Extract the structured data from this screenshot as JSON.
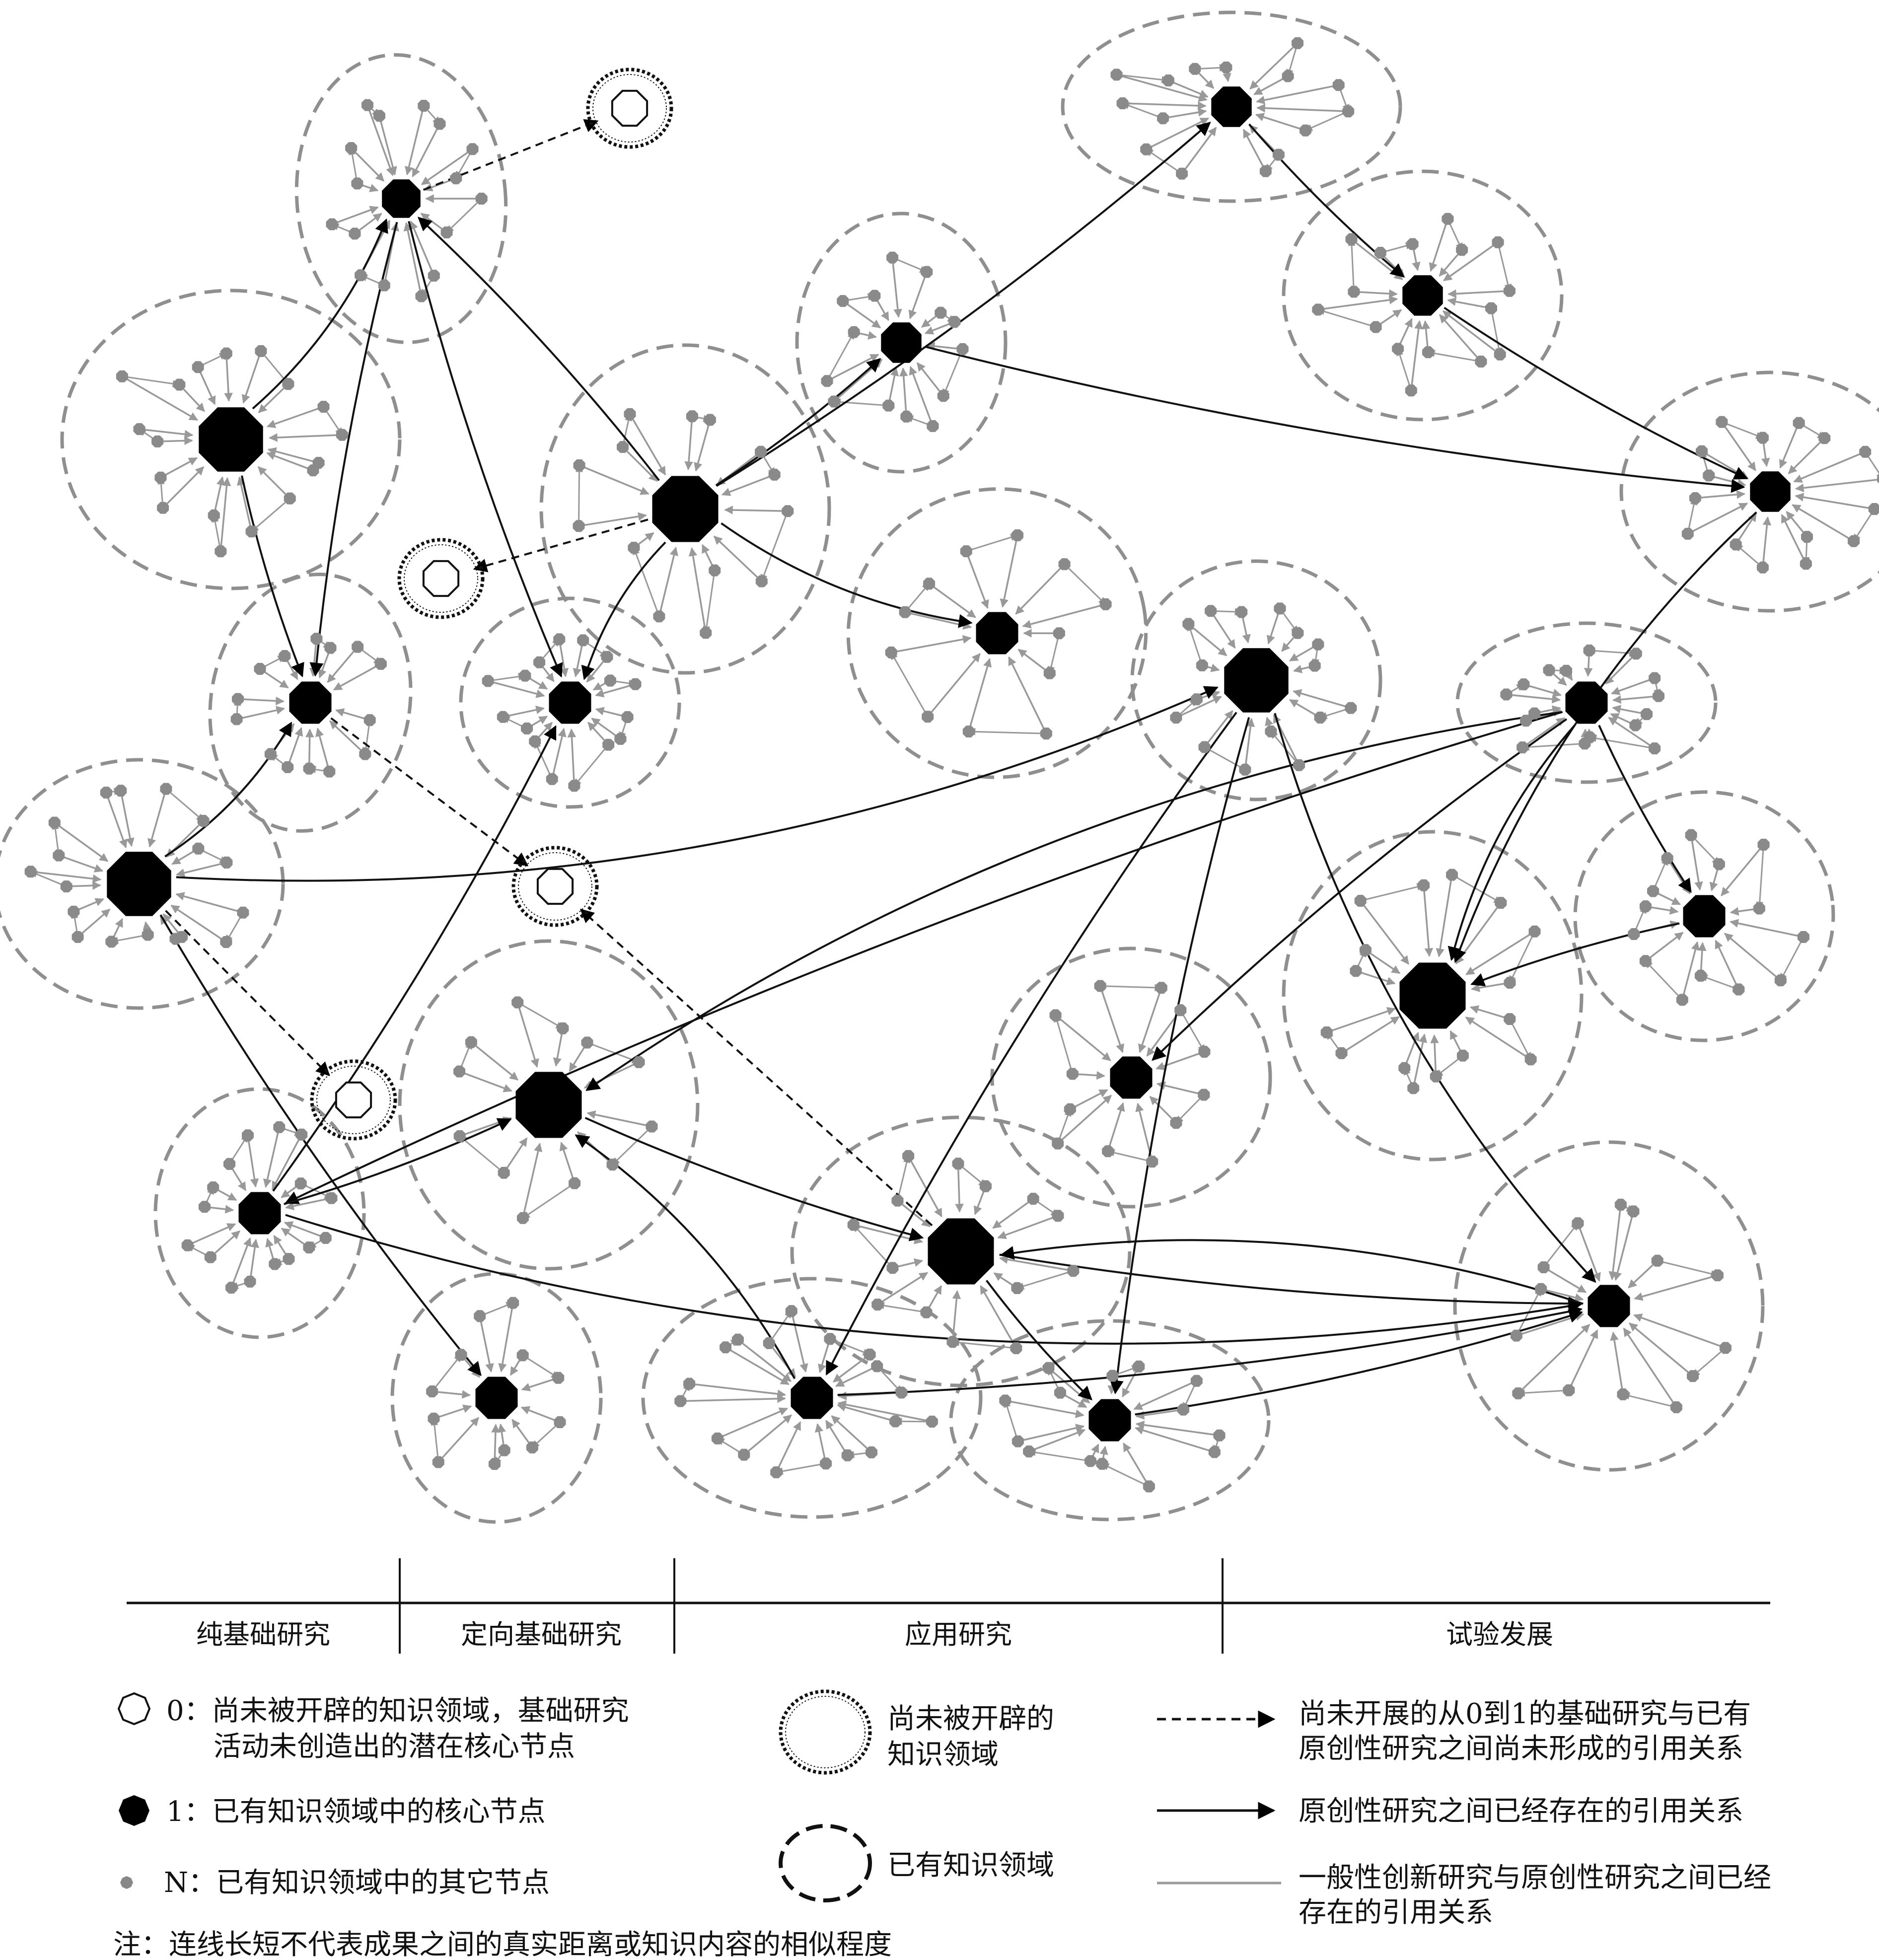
{
  "stages": [
    "纯基础研究",
    "定向基础研究",
    "应用研究",
    "试验发展"
  ],
  "legend": {
    "node_zero": [
      "0：尚未被开辟的知识领域，基础研究",
      "活动未创造出的潜在核心节点"
    ],
    "node_one": "1：已有知识领域中的核心节点",
    "node_n": "N：已有知识领域中的其它节点",
    "area_unopened": [
      "尚未被开辟的",
      "知识领域"
    ],
    "area_existing": "已有知识领域",
    "edge_dashed": [
      "尚未开展的从0到1的基础研究与已有",
      "原创性研究之间尚未形成的引用关系"
    ],
    "edge_solid": "原创性研究之间已经存在的引用关系",
    "edge_gray": [
      "一般性创新研究与原创性研究之间已经",
      "存在的引用关系"
    ]
  },
  "note": "注：连线长短不代表成果之间的真实距离或知识内容的相似程度",
  "colors": {
    "core": "#000000",
    "other": "#8a8a8a",
    "boundary": "#8f8f8f",
    "gray_link": "#999999",
    "ink": "#111111"
  },
  "diagram": {
    "clusters": [
      {
        "id": "A",
        "n": 16
      },
      {
        "id": "B",
        "n": 18
      },
      {
        "id": "C",
        "n": 14
      },
      {
        "id": "D",
        "n": 18
      },
      {
        "id": "E",
        "n": 14
      },
      {
        "id": "F",
        "n": 16
      },
      {
        "id": "G",
        "n": 15
      },
      {
        "id": "H",
        "n": 14
      },
      {
        "id": "I",
        "n": 12
      },
      {
        "id": "J",
        "n": 16
      },
      {
        "id": "K",
        "n": 16
      },
      {
        "id": "L",
        "n": 16
      },
      {
        "id": "M",
        "n": 16
      },
      {
        "id": "N",
        "n": 14
      },
      {
        "id": "O",
        "n": 16
      },
      {
        "id": "P",
        "n": 12
      },
      {
        "id": "Q",
        "n": 12
      },
      {
        "id": "R",
        "n": 16
      },
      {
        "id": "S",
        "n": 12
      },
      {
        "id": "T",
        "n": 14
      },
      {
        "id": "U",
        "n": 18
      },
      {
        "id": "V",
        "n": 14
      }
    ],
    "solid_links": [
      [
        "B",
        "A"
      ],
      [
        "B",
        "C"
      ],
      [
        "A",
        "C"
      ],
      [
        "D",
        "C"
      ],
      [
        "A",
        "F"
      ],
      [
        "E",
        "A"
      ],
      [
        "E",
        "F"
      ],
      [
        "E",
        "G"
      ],
      [
        "E",
        "H"
      ],
      [
        "E",
        "I"
      ],
      [
        "G",
        "K"
      ],
      [
        "K",
        "L"
      ],
      [
        "L",
        "O"
      ],
      [
        "H",
        "L"
      ],
      [
        "M",
        "N"
      ],
      [
        "M",
        "O"
      ],
      [
        "N",
        "O"
      ],
      [
        "M",
        "P"
      ],
      [
        "M",
        "Q"
      ],
      [
        "M",
        "R"
      ],
      [
        "R",
        "Q"
      ],
      [
        "U",
        "Q"
      ],
      [
        "Q",
        "T"
      ],
      [
        "D",
        "S"
      ],
      [
        "D",
        "J"
      ],
      [
        "J",
        "U"
      ],
      [
        "J",
        "V"
      ],
      [
        "J",
        "W"
      ],
      [
        "T",
        "V"
      ],
      [
        "T",
        "W"
      ],
      [
        "R",
        "W"
      ],
      [
        "R",
        "F"
      ],
      [
        "V",
        "W"
      ],
      [
        "X",
        "T"
      ],
      [
        "U",
        "X"
      ]
    ],
    "dashed_links": [
      [
        "A",
        "Z1"
      ],
      [
        "E",
        "Z2"
      ],
      [
        "C",
        "Z3"
      ],
      [
        "D",
        "Z4"
      ],
      [
        "T",
        "Z3"
      ]
    ]
  }
}
